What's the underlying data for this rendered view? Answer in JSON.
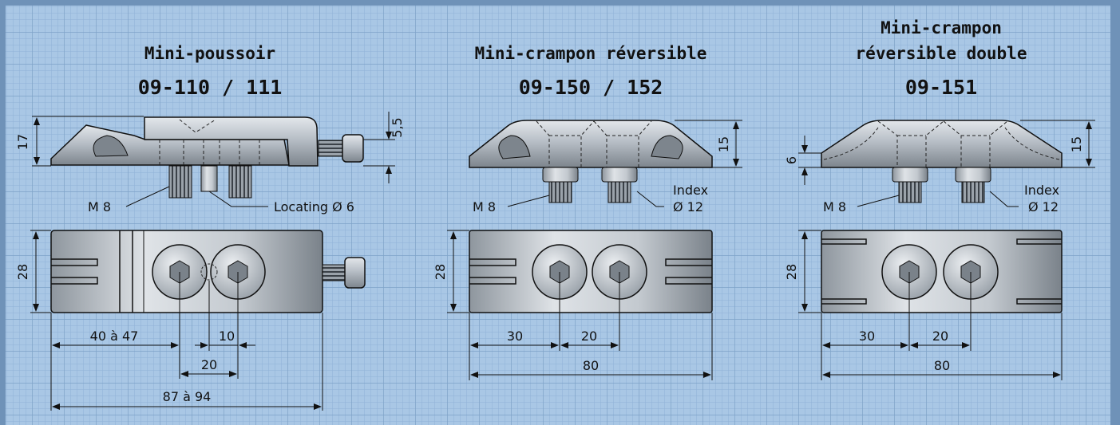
{
  "colors": {
    "frame": "#6f92b8",
    "paper": "#a9c7e5",
    "grid_minor": "#8fb2d6",
    "grid_major": "#7ea2c8",
    "steel_light": "#d8dde2",
    "steel_mid": "#a9b1b9",
    "steel_dark": "#6c747c",
    "outline": "#1a1a1a"
  },
  "products": [
    {
      "title_lines": [
        "Mini-poussoir"
      ],
      "code": "09-110 / 111",
      "dims": {
        "height": "17",
        "offset": "5,5",
        "width": "28",
        "screw": "M 8",
        "locating": "Locating Ø 6",
        "length_adj": "40 à 47",
        "spacing_small": "10",
        "spacing": "20",
        "total": "87 à 94"
      }
    },
    {
      "title_lines": [
        "Mini-crampon réversible"
      ],
      "code": "09-150 / 152",
      "dims": {
        "height": "15",
        "width": "28",
        "screw": "M 8",
        "index": "Index",
        "index_dia": "Ø 12",
        "a": "30",
        "b": "20",
        "total": "80"
      }
    },
    {
      "title_lines": [
        "Mini-crampon",
        "réversible double"
      ],
      "code": "09-151",
      "dims": {
        "edge": "6",
        "height": "15",
        "width": "28",
        "screw": "M 8",
        "index": "Index",
        "index_dia": "Ø 12",
        "a": "30",
        "b": "20",
        "total": "80"
      }
    }
  ]
}
